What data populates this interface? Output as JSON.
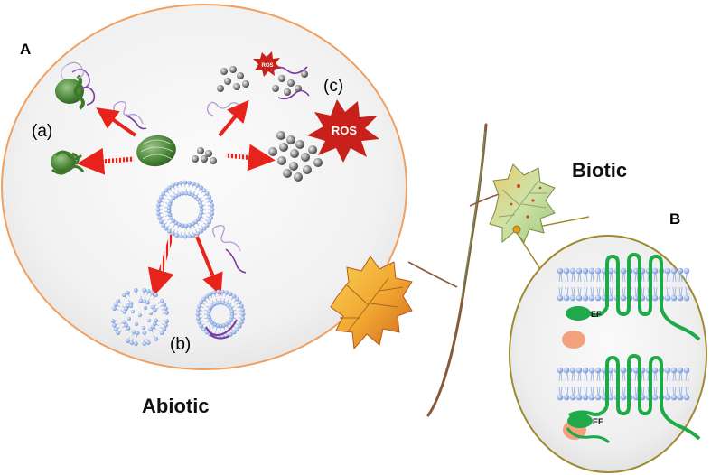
{
  "panels": {
    "a": "A",
    "b": "B"
  },
  "sublabels": {
    "a": "(a)",
    "b": "(b)",
    "c": "(c)"
  },
  "headings": {
    "abiotic": "Abiotic",
    "biotic": "Biotic"
  },
  "ros": {
    "large": "ROS",
    "small": "ROS"
  },
  "ef_hand": {
    "top": "EF",
    "bottom": "EF"
  },
  "colors": {
    "circle_border_a": "#f0a060",
    "circle_border_b": "#a08a30",
    "arrow_red": "#e8231c",
    "protein_green": "#4e8a3c",
    "membrane_blue": "#8aa8e0",
    "ros_red": "#c8201a",
    "peptide_purple": "#7a3aa0",
    "channel_green": "#1faa4a",
    "calmodulin_peach": "#f2a27c",
    "stem_brown": "#8a5a38"
  }
}
